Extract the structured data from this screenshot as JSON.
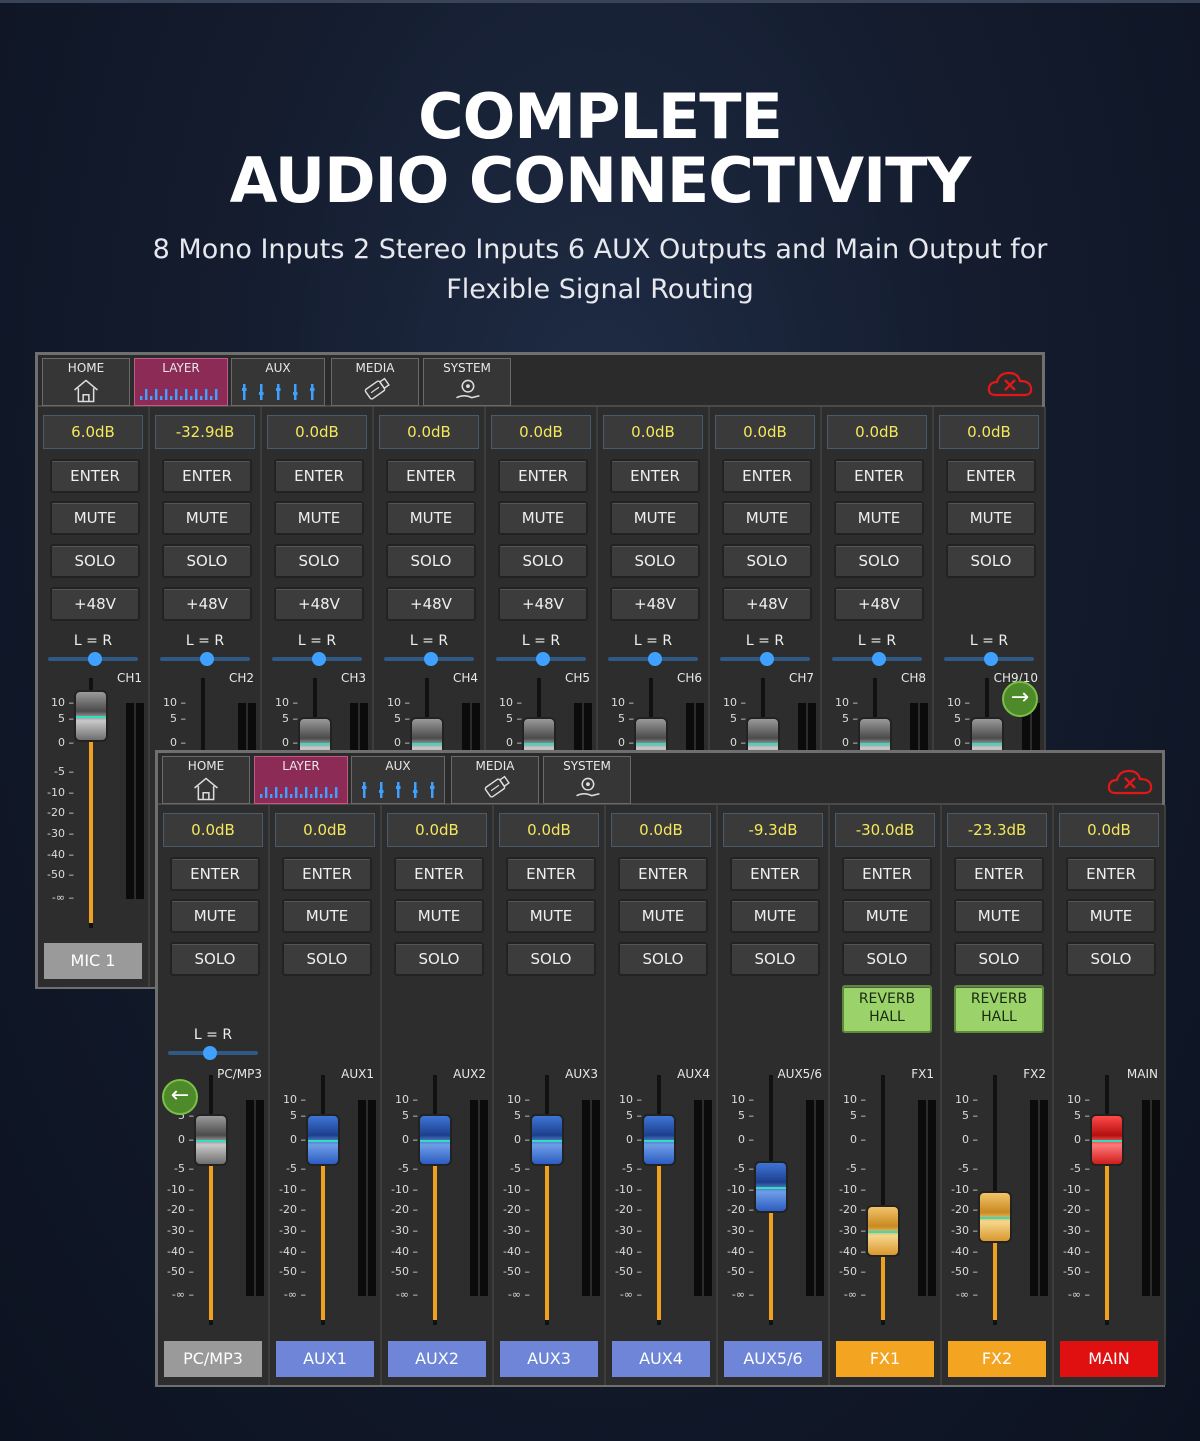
{
  "hero": {
    "title_line1": "COMPLETE",
    "title_line2": "AUDIO CONNECTIVITY",
    "subtitle_line1": "8 Mono Inputs 2 Stereo Inputs 6 AUX Outputs and Main Output for",
    "subtitle_line2": "Flexible Signal Routing"
  },
  "tabs": [
    {
      "label": "HOME",
      "icon": "home-icon"
    },
    {
      "label": "LAYER",
      "icon": "layer-meter-icon",
      "active": true
    },
    {
      "label": "AUX",
      "icon": "aux-bars-icon"
    },
    {
      "label": "MEDIA",
      "icon": "usb-drive-icon"
    },
    {
      "label": "SYSTEM",
      "icon": "gear-hand-icon"
    }
  ],
  "cloud_icon": "cloud-disconnected-icon",
  "colors": {
    "db_text": "#f4e85a",
    "fader_fill": "#f0a020",
    "aux_plate": "#6f86d8",
    "fx_plate": "#f3a522",
    "main_plate": "#e01010",
    "pc_plate": "#9a9a9a",
    "active_tab": "#8b2b56"
  },
  "scale_labels": [
    "10",
    "5",
    "0",
    "-5",
    "-10",
    "-20",
    "-30",
    "-40",
    "-50",
    "-∞"
  ],
  "common": {
    "enter": "ENTER",
    "mute": "MUTE",
    "solo": "SOLO",
    "phantom": "+48V",
    "pan": "L = R"
  },
  "back_channels": [
    {
      "db": "6.0dB",
      "ch": "CH1",
      "name": "MIC 1"
    },
    {
      "db": "-32.9dB",
      "ch": "CH2"
    },
    {
      "db": "0.0dB",
      "ch": "CH3"
    },
    {
      "db": "0.0dB",
      "ch": "CH4"
    },
    {
      "db": "0.0dB",
      "ch": "CH5"
    },
    {
      "db": "0.0dB",
      "ch": "CH6"
    },
    {
      "db": "0.0dB",
      "ch": "CH7"
    },
    {
      "db": "0.0dB",
      "ch": "CH8"
    },
    {
      "db": "0.0dB",
      "ch": "CH9/10"
    }
  ],
  "front_channels": [
    {
      "db": "0.0dB",
      "ch": "PC/MP3",
      "name": "PC/MP3",
      "pan": true
    },
    {
      "db": "0.0dB",
      "ch": "AUX1",
      "name": "AUX1"
    },
    {
      "db": "0.0dB",
      "ch": "AUX2",
      "name": "AUX2"
    },
    {
      "db": "0.0dB",
      "ch": "AUX3",
      "name": "AUX3"
    },
    {
      "db": "0.0dB",
      "ch": "AUX4",
      "name": "AUX4"
    },
    {
      "db": "-9.3dB",
      "ch": "AUX5/6",
      "name": "AUX5/6"
    },
    {
      "db": "-30.0dB",
      "ch": "FX1",
      "name": "FX1",
      "fx": "REVERB HALL"
    },
    {
      "db": "-23.3dB",
      "ch": "FX2",
      "name": "FX2",
      "fx": "REVERB HALL"
    },
    {
      "db": "0.0dB",
      "ch": "MAIN",
      "name": "MAIN"
    }
  ],
  "fx_line1": "REVERB",
  "fx_line2": "HALL",
  "next_arrow": "→",
  "prev_arrow": "←"
}
